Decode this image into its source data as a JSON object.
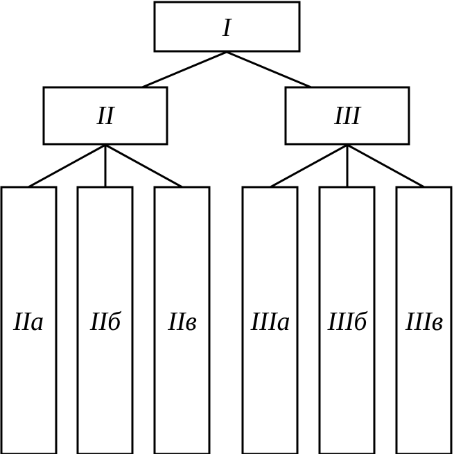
{
  "tree": {
    "root": {
      "label": "I"
    },
    "level2": [
      {
        "label": "II"
      },
      {
        "label": "III"
      }
    ],
    "level3": [
      {
        "label": "IIa"
      },
      {
        "label": "IIб"
      },
      {
        "label": "IIв"
      },
      {
        "label": "IIIa"
      },
      {
        "label": "IIIб"
      },
      {
        "label": "IIIв"
      }
    ]
  }
}
